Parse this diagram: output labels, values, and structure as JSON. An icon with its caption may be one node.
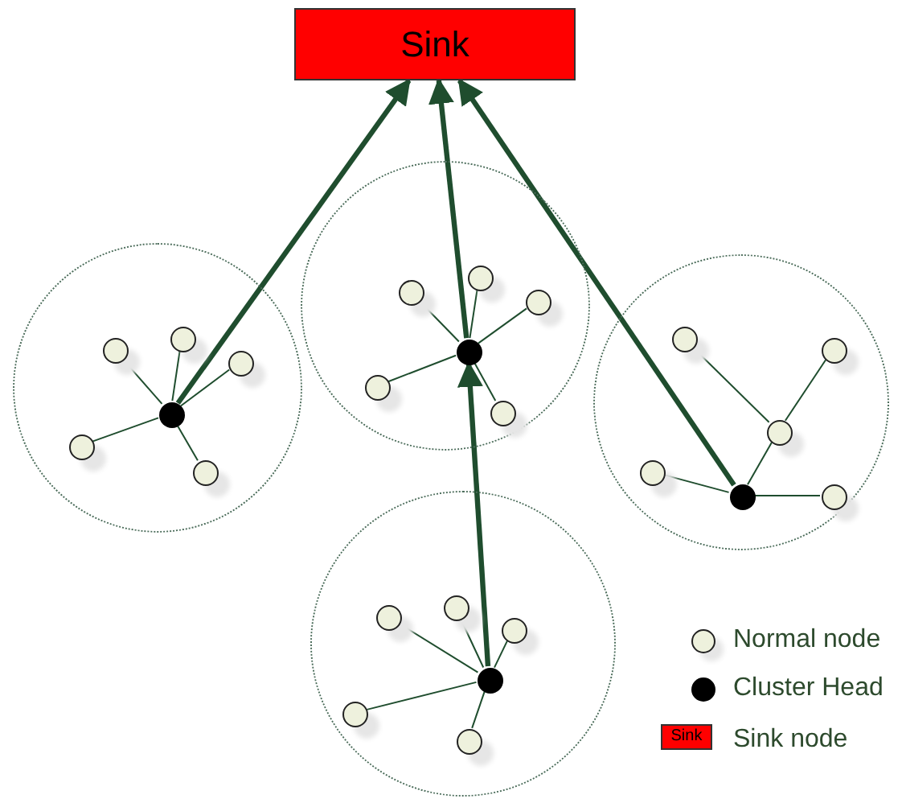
{
  "diagram": {
    "nodes": [
      {
        "text": [
          "Sink"
        ]
      },
      {
        "text": [],
        "shape": "circle"
      },
      {
        "text": [],
        "shape": "circle",
        "in": 1
      },
      {
        "text": [],
        "shape": "circle",
        "in": 1
      },
      {
        "text": [],
        "shape": "circle",
        "in": 1
      },
      {
        "text": [],
        "shape": "circle",
        "in": 1
      },
      {
        "text": [],
        "shape": "circle",
        "in": 1
      },
      {
        "text": [],
        "shape": "circle",
        "in": 1
      },
      {
        "text": [],
        "shape": "circle"
      },
      {
        "text": [],
        "shape": "circle",
        "in": 8
      },
      {
        "text": [],
        "shape": "circle",
        "in": 8
      },
      {
        "text": [],
        "shape": "circle",
        "in": 8
      },
      {
        "text": [],
        "shape": "circle",
        "in": 8
      },
      {
        "text": [],
        "shape": "circle",
        "in": 8
      },
      {
        "text": [],
        "shape": "circle",
        "in": 8
      },
      {
        "text": [],
        "shape": "circle"
      },
      {
        "text": [],
        "shape": "circle",
        "in": 15
      },
      {
        "text": [],
        "shape": "circle",
        "in": 15
      },
      {
        "text": [],
        "shape": "circle",
        "in": 15
      },
      {
        "text": [],
        "shape": "circle",
        "in": 15
      },
      {
        "text": [],
        "shape": "circle",
        "in": 15
      },
      {
        "text": [],
        "shape": "circle",
        "in": 15
      },
      {
        "text": [],
        "shape": "circle"
      },
      {
        "text": [],
        "shape": "circle",
        "in": 22
      },
      {
        "text": [],
        "shape": "circle",
        "in": 22
      },
      {
        "text": [],
        "shape": "circle",
        "in": 22
      },
      {
        "text": [],
        "shape": "circle",
        "in": 22
      },
      {
        "text": [],
        "shape": "circle",
        "in": 22
      },
      {
        "text": [],
        "shape": "circle",
        "in": 22
      }
    ],
    "edges": [
      {
        "from": 3,
        "to": 2,
        "arrow": "none"
      },
      {
        "from": 4,
        "to": 2,
        "arrow": "none"
      },
      {
        "from": 5,
        "to": 2,
        "arrow": "none"
      },
      {
        "from": 6,
        "to": 2,
        "arrow": "none"
      },
      {
        "from": 7,
        "to": 2,
        "arrow": "none"
      },
      {
        "from": 10,
        "to": 9,
        "arrow": "none"
      },
      {
        "from": 11,
        "to": 9,
        "arrow": "none"
      },
      {
        "from": 12,
        "to": 9,
        "arrow": "none"
      },
      {
        "from": 13,
        "to": 9,
        "arrow": "none"
      },
      {
        "from": 14,
        "to": 9,
        "arrow": "none"
      },
      {
        "from": 17,
        "to": 19,
        "arrow": "none"
      },
      {
        "from": 18,
        "to": 19,
        "arrow": "none"
      },
      {
        "from": 19,
        "to": 16,
        "arrow": "none"
      },
      {
        "from": 20,
        "to": 16,
        "arrow": "none"
      },
      {
        "from": 21,
        "to": 16,
        "arrow": "none"
      },
      {
        "from": 24,
        "to": 23,
        "arrow": "none"
      },
      {
        "from": 25,
        "to": 23,
        "arrow": "none"
      },
      {
        "from": 26,
        "to": 23,
        "arrow": "none"
      },
      {
        "from": 27,
        "to": 23,
        "arrow": "none"
      },
      {
        "from": 28,
        "to": 23,
        "arrow": "none"
      },
      {
        "from": 2,
        "to": 0,
        "arrow": "to",
        "style": "thick"
      },
      {
        "from": 9,
        "to": 0,
        "arrow": "to",
        "style": "thick"
      },
      {
        "from": 16,
        "to": 0,
        "arrow": "to",
        "style": "thick"
      },
      {
        "from": 23,
        "to": 9,
        "arrow": "to",
        "style": "thick"
      }
    ],
    "labels": [
      "Sink"
    ],
    "legend": [
      {
        "text": "Normal node"
      },
      {
        "text": "Cluster Head"
      },
      {
        "text": "Sink node"
      }
    ]
  }
}
